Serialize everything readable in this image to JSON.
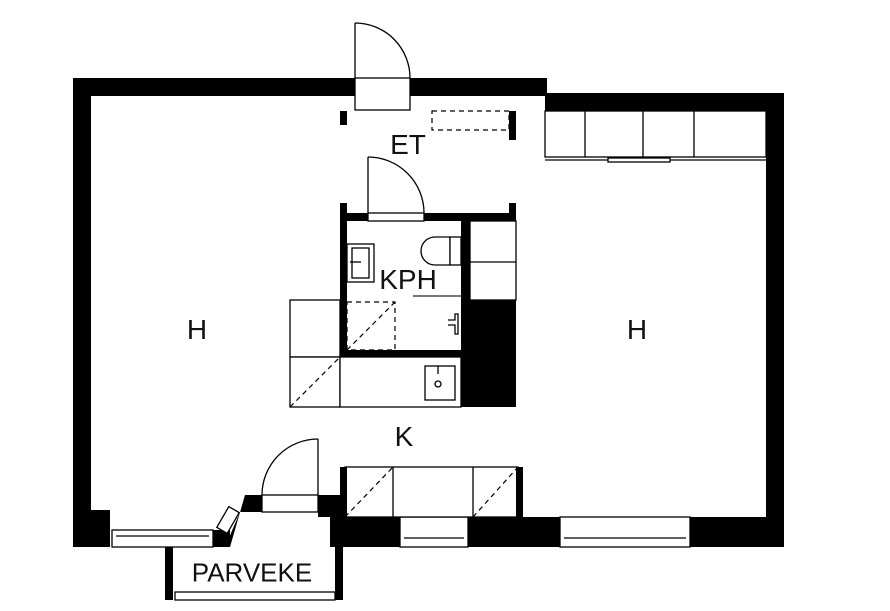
{
  "rooms": {
    "entry": "ET",
    "bathroom": "KPH",
    "room_left": "H",
    "room_right": "H",
    "kitchen": "K",
    "balcony": "PARVEKE"
  }
}
